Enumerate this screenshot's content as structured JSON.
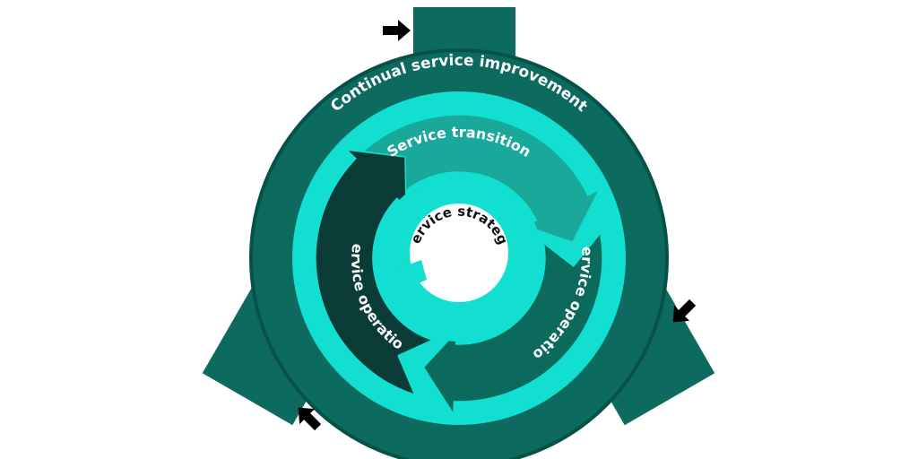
{
  "outer_ring": {
    "label": "Continual service improvement"
  },
  "cycle": {
    "top_label": "Service transition",
    "right_label": "Service operation",
    "left_label": "Service operation"
  },
  "center": {
    "label": "Service strategy"
  },
  "colors": {
    "outer_ring": "#0c6b5e",
    "outer_edge": "#075247",
    "bright_ring": "#12dfd0",
    "top_arrow": "#1aa89b",
    "right_arrow": "#0b6a5c",
    "left_arrow": "#0a3b36",
    "inner_ring": "#12dfd0",
    "center": "#ffffff",
    "small_arrow": "#12dfd0",
    "pointer_arrow": "#000000"
  }
}
